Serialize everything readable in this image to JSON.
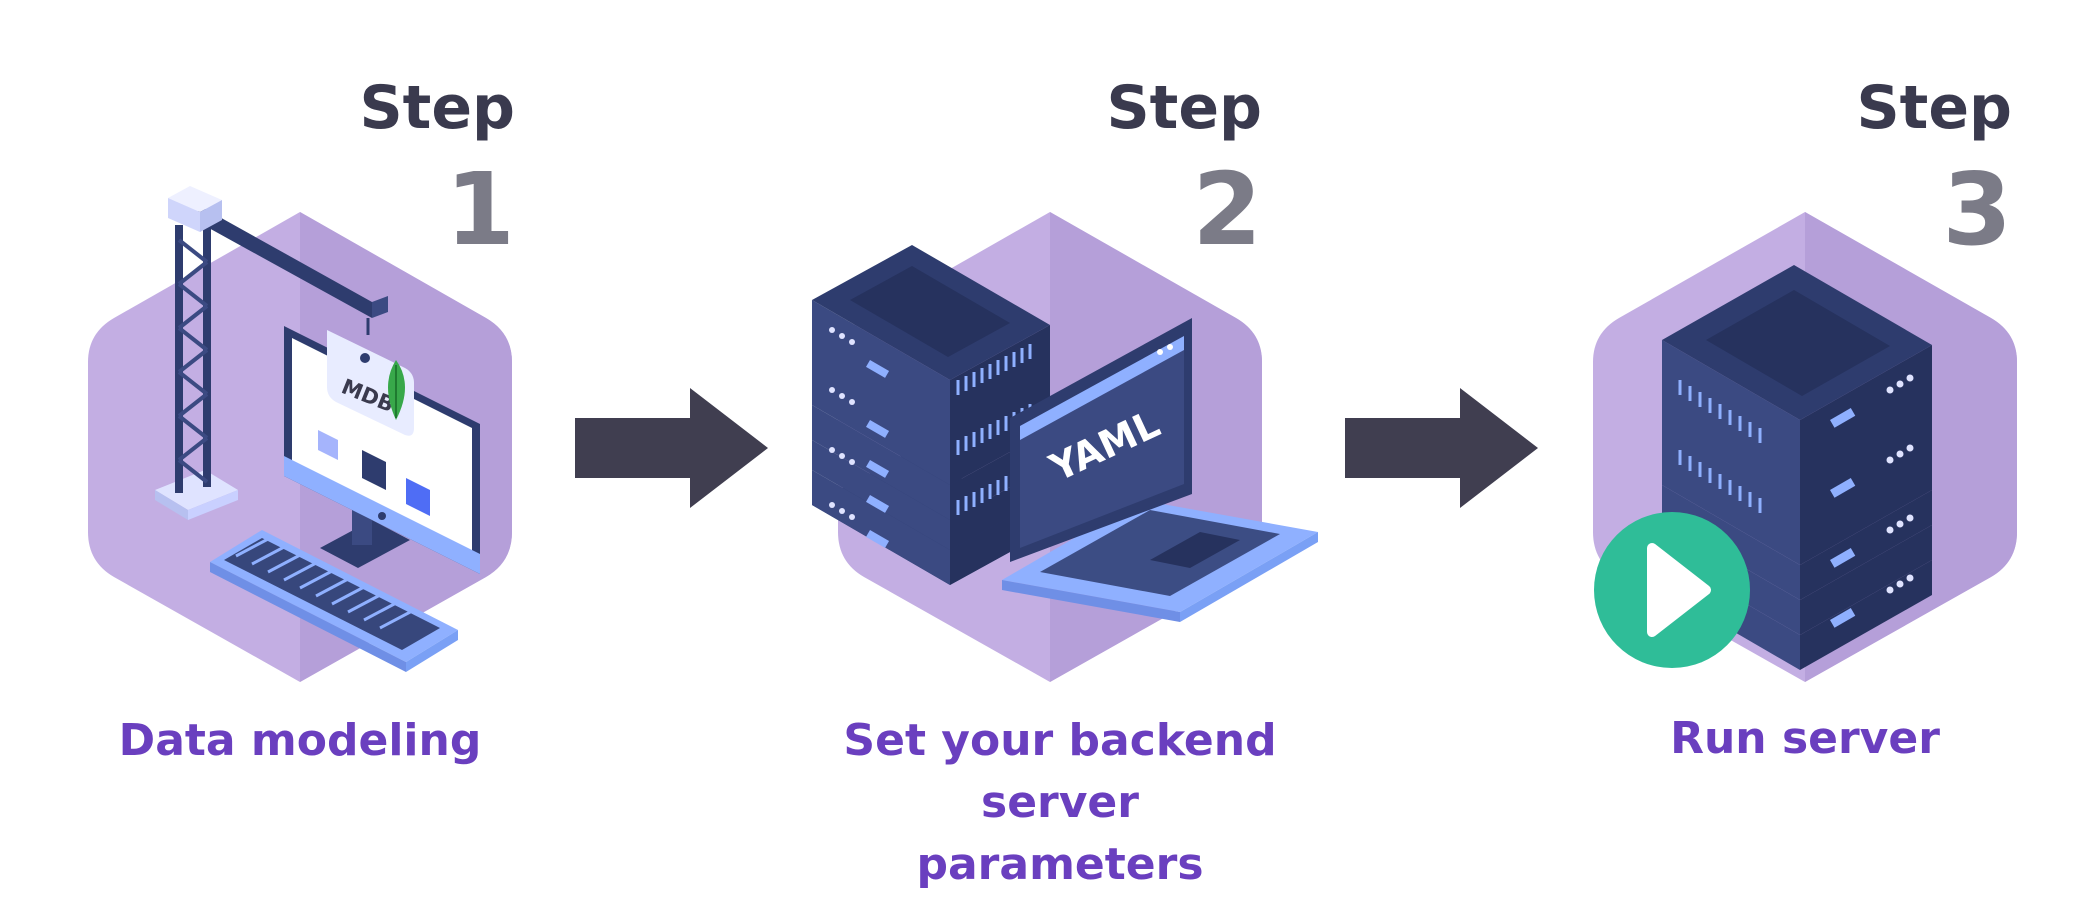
{
  "steps": [
    {
      "word": "Step",
      "number": "1",
      "caption_lines": [
        "Data modeling"
      ],
      "badge_text": "MDB"
    },
    {
      "word": "Step",
      "number": "2",
      "caption_lines": [
        "Set your backend",
        "server parameters"
      ],
      "screen_text": "YAML"
    },
    {
      "word": "Step",
      "number": "3",
      "caption_lines": [
        "Run server"
      ]
    }
  ],
  "icons": [
    "crane-icon",
    "monitor-icon",
    "keyboard-icon",
    "mongodb-leaf-icon",
    "server-rack-icon",
    "laptop-icon",
    "play-button-icon",
    "arrow-right-icon"
  ],
  "colors": {
    "hexagon": "#c3aee3",
    "hexagon_shade": "#b59fd9",
    "server_dark": "#2e3c6e",
    "server_mid": "#3b4a82",
    "accent_blue": "#8fb0ff",
    "arrow": "#403e50",
    "play_green": "#2fbd98",
    "caption": "#6a3fbf",
    "step_word": "#3a3a4e",
    "step_number": "#7b7b87"
  }
}
